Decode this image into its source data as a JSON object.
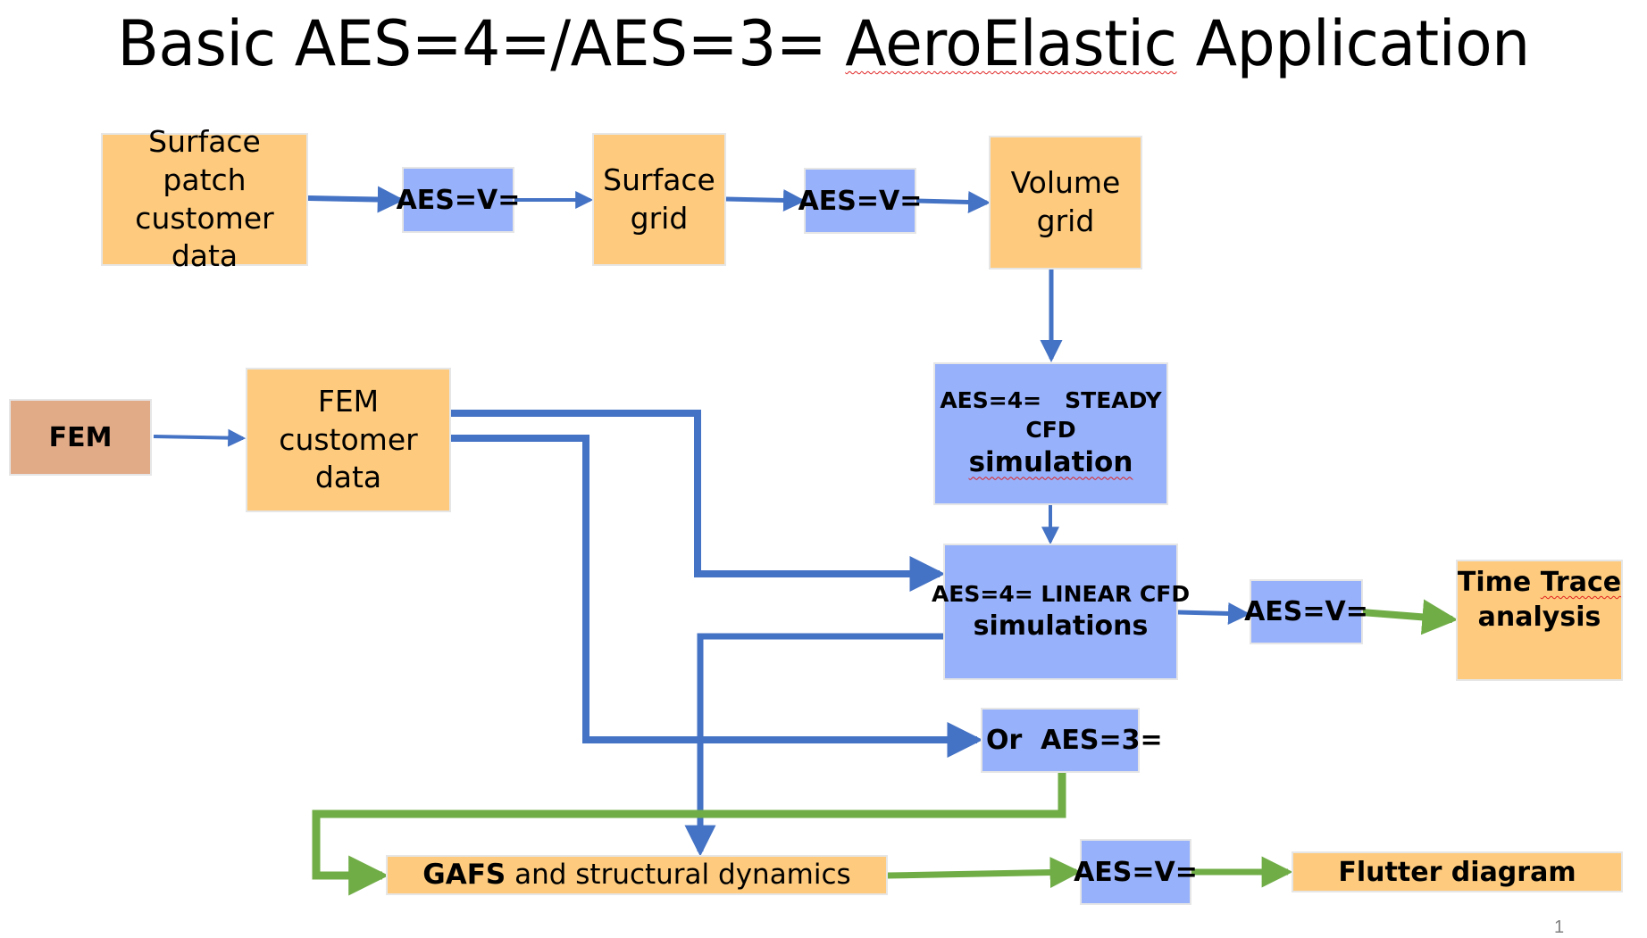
{
  "title": {
    "prefix": "Basic AES=4=/AES=3= ",
    "underlined": "AeroElastic",
    "suffix": " Application"
  },
  "nodes": {
    "surface_patch": {
      "line1": "Surface patch",
      "line2": "customer data"
    },
    "aes_v_1": {
      "label": "AES=V="
    },
    "surface_grid": {
      "line1": "Surface",
      "line2": "grid"
    },
    "aes_v_2": {
      "label": "AES=V="
    },
    "volume_grid": {
      "line1": "Volume",
      "line2": "grid"
    },
    "fem": {
      "label": "FEM"
    },
    "fem_customer": {
      "line1": "FEM customer",
      "line2": "data"
    },
    "steady_cfd": {
      "line1": "AES=4=   STEADY",
      "line2": "CFD",
      "line3": "simulation"
    },
    "linear_cfd": {
      "line1": "AES=4= LINEAR CFD",
      "line2": "simulations"
    },
    "aes_v_3": {
      "label": "AES=V="
    },
    "time_trace": {
      "line1_a": "Time ",
      "line1_b": "Trace",
      "line2": "analysis"
    },
    "or_aes3": {
      "label": "Or  AES=3="
    },
    "gafs": {
      "bold": "GAFS",
      "rest": " and structural dynamics"
    },
    "aes_v_4": {
      "label": "AES=V="
    },
    "flutter": {
      "label": "Flutter diagram"
    }
  },
  "colors": {
    "orange_box": "#fecb7e",
    "blue_box": "#97b1fb",
    "fem_box": "#e2ab88",
    "blue_arrow": "#4472c4",
    "green_arrow": "#70ad47"
  },
  "page_number": "1"
}
